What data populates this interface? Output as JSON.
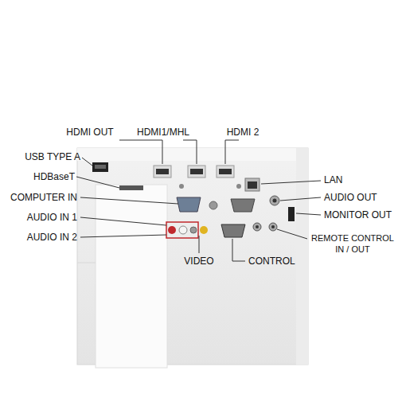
{
  "diagram": {
    "labels": [
      "HDMI OUT",
      "HDMI1/MHL",
      "HDMI 2",
      "USB TYPE A",
      "HDBaseT",
      "COMPUTER IN",
      "AUDIO IN 1",
      "AUDIO IN 2",
      "VIDEO",
      "CONTROL",
      "LAN",
      "AUDIO OUT",
      "MONITOR OUT",
      "REMOTE CONTROL IN / OUT"
    ]
  }
}
